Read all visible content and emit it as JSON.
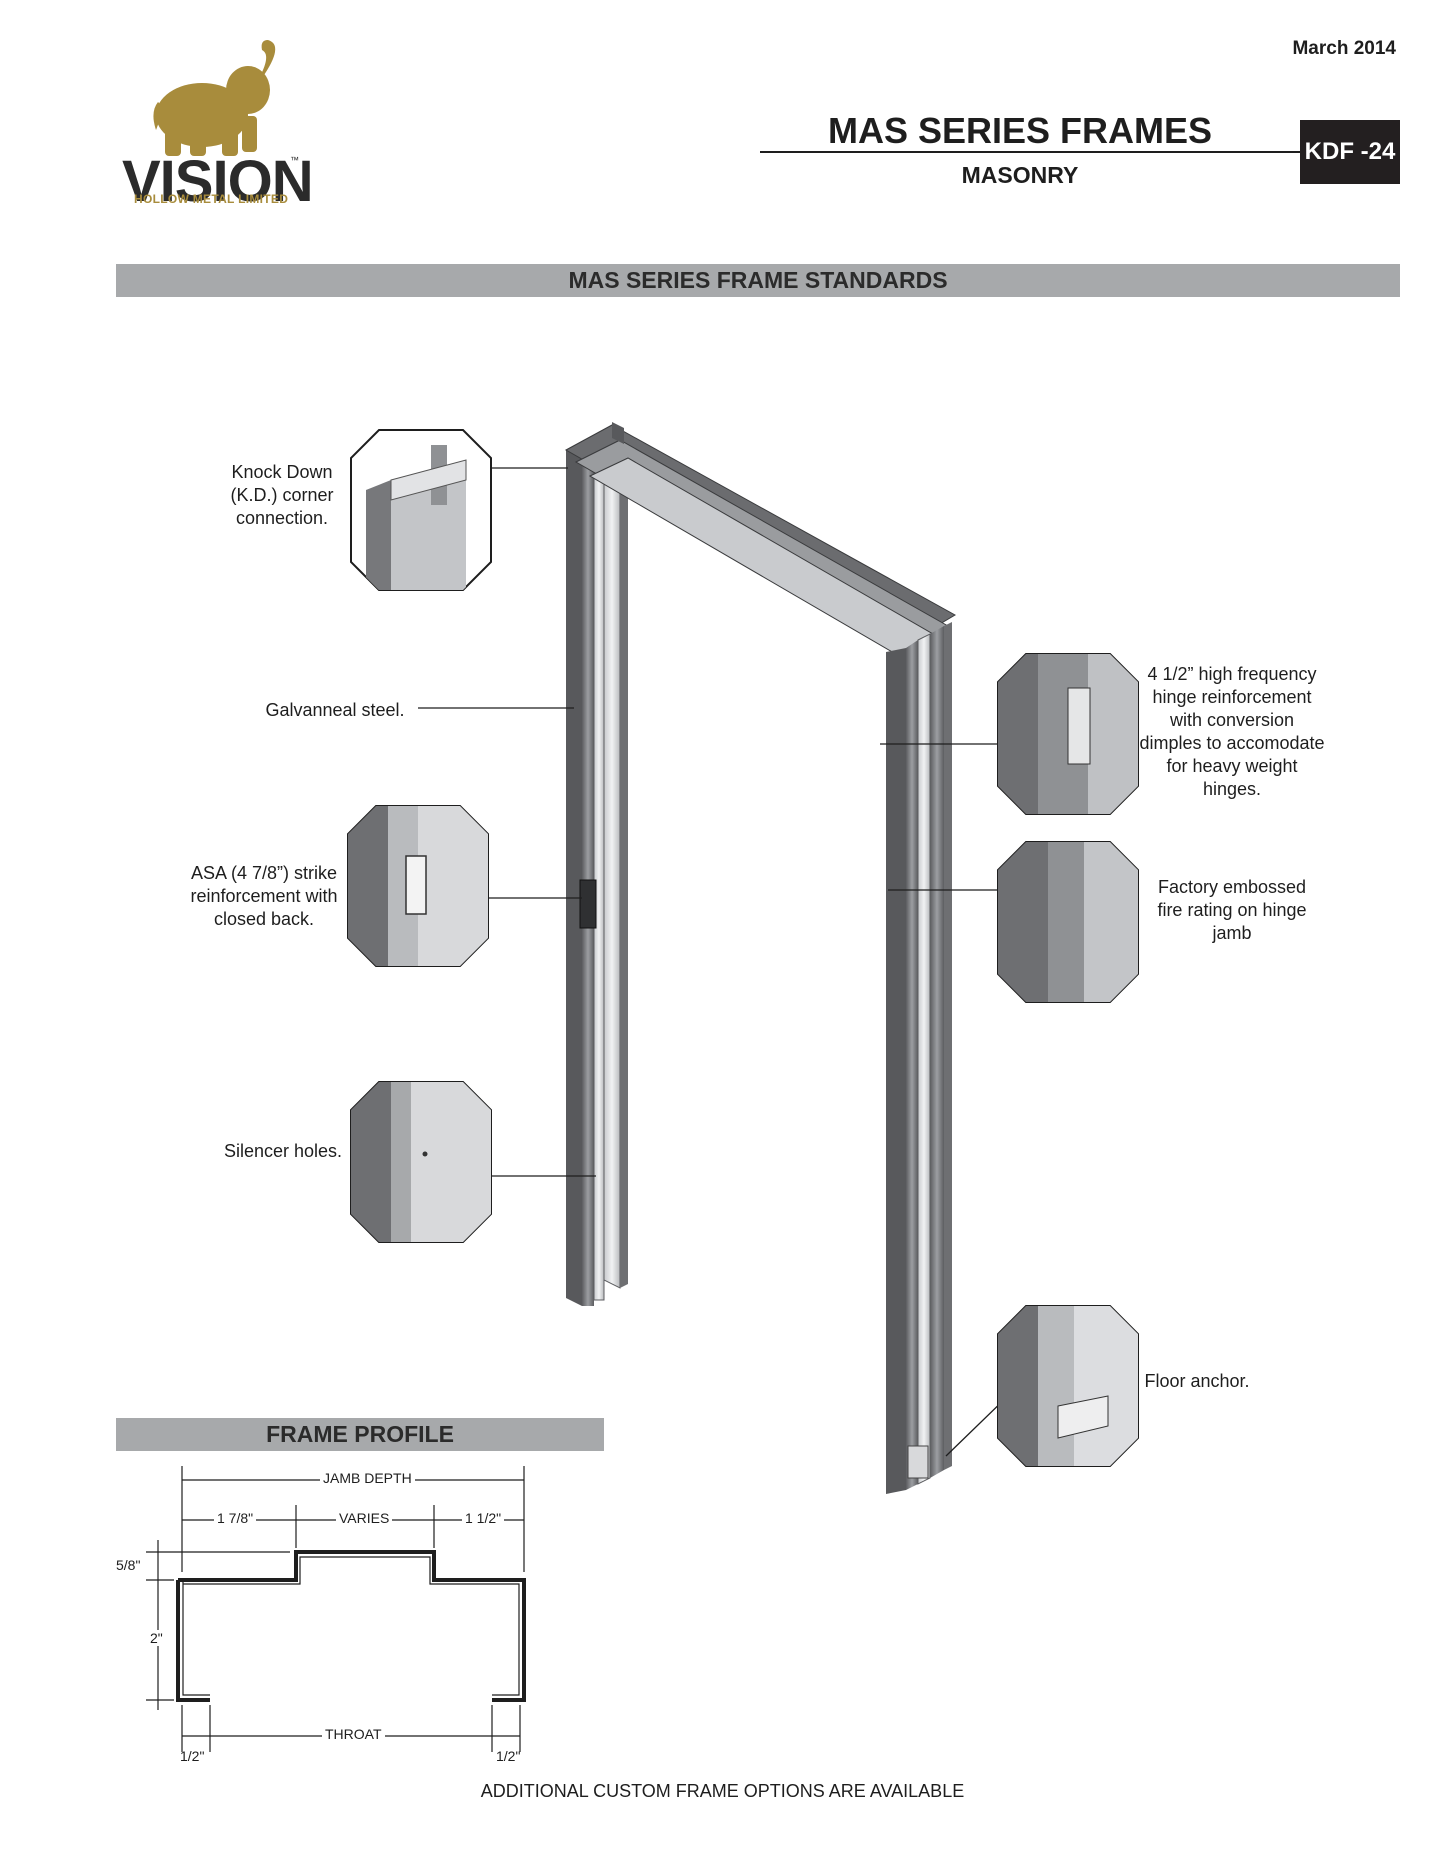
{
  "header": {
    "date": "March 2014",
    "brand": "VISION",
    "brand_tm": "™",
    "brand_sub": "HOLLOW METAL LIMITED",
    "title": "MAS SERIES FRAMES",
    "subtitle": "MASONRY",
    "code": "KDF -24"
  },
  "sections": {
    "standards_heading": "MAS SERIES FRAME STANDARDS",
    "profile_heading": "FRAME PROFILE"
  },
  "callouts": {
    "knock_down": "Knock Down\n(K.D.) corner\nconnection.",
    "galvanneal": "Galvanneal steel.",
    "strike": "ASA (4 7/8”) strike\nreinforcement with\nclosed back.",
    "silencer": "Silencer holes.",
    "hinge": "4 1/2” high frequency\nhinge reinforcement\nwith conversion\ndimples to accomodate\nfor heavy weight\nhinges.",
    "fire_rating": "Factory embossed\nfire rating on hinge\njamb",
    "floor_anchor": "Floor anchor."
  },
  "profile": {
    "jamb_depth": "JAMB  DEPTH",
    "dim_left": "1 7/8\"",
    "dim_mid": "VARIES",
    "dim_right": "1 1/2\"",
    "dim_step": "5/8\"",
    "dim_height": "2\"",
    "throat": "THROAT",
    "return_left": "1/2\"",
    "return_right": "1/2\""
  },
  "footer": "ADDITIONAL CUSTOM FRAME OPTIONS ARE AVAILABLE",
  "colors": {
    "logo_gold": "#a88c3c",
    "code_box": "#231f20",
    "section_bar": "#a7a9ab"
  }
}
